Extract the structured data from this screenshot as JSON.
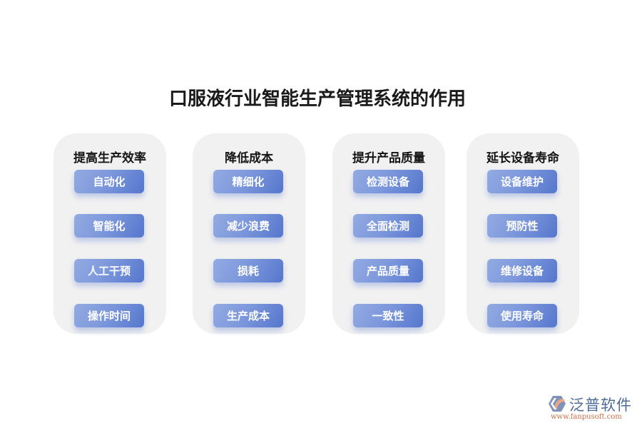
{
  "title": "口服液行业智能生产管理系统的作用",
  "colors": {
    "panel_bg": "#f1f1f1",
    "button_gradient_start": "#93abe2",
    "button_gradient_end": "#5576cd",
    "button_text": "#ffffff",
    "title_text": "#1a1a1a"
  },
  "panels": [
    {
      "heading": "提高生产效率",
      "items": [
        "自动化",
        "智能化",
        "人工干预",
        "操作时间"
      ]
    },
    {
      "heading": "降低成本",
      "items": [
        "精细化",
        "减少浪费",
        "损耗",
        "生产成本"
      ]
    },
    {
      "heading": "提升产品质量",
      "items": [
        "检测设备",
        "全面检测",
        "产品质量",
        "一致性"
      ]
    },
    {
      "heading": "延长设备寿命",
      "items": [
        "设备维护",
        "预防性",
        "维修设备",
        "使用寿命"
      ]
    }
  ],
  "logo": {
    "icon": "fanpu-logo-icon",
    "name": "泛普软件",
    "url": "www.fanpusoft.com"
  }
}
